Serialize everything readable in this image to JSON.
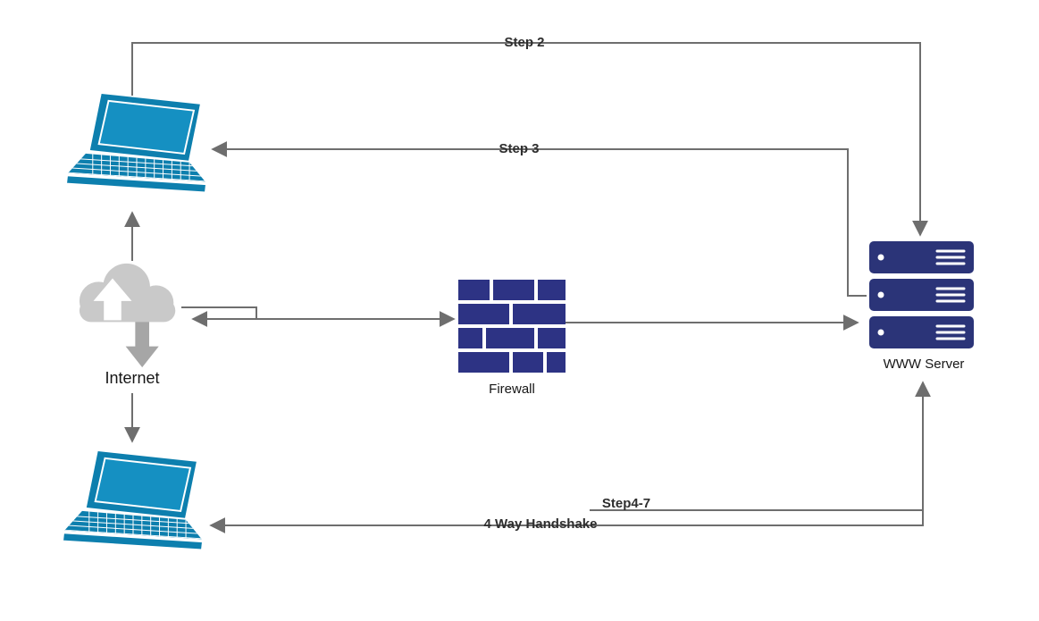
{
  "colors": {
    "line": "#6e6e6e",
    "label_text": "#2e2e2e",
    "laptop_primary": "#0d7fae",
    "laptop_screen": "#1590c2",
    "cloud_gray": "#c9c9c9",
    "cloud_arrow": "#a6a6a6",
    "firewall_navy": "#2d3384",
    "server_navy": "#2b3478"
  },
  "nodes": {
    "client_top": {
      "icon": "laptop-icon"
    },
    "internet": {
      "icon": "cloud-icon",
      "label": "Internet"
    },
    "firewall": {
      "icon": "firewall-brick-icon",
      "label": "Firewall"
    },
    "www_server": {
      "icon": "server-stack-icon",
      "label": "WWW Server"
    },
    "client_bottom": {
      "icon": "laptop-icon"
    }
  },
  "edges": {
    "step2": {
      "label": "Step 2",
      "from": "client_top",
      "to": "www_server"
    },
    "step3": {
      "label": "Step 3",
      "from": "www_server",
      "to": "client_top"
    },
    "internet_client_top": {
      "from": "internet",
      "to": "client_top"
    },
    "internet_client_bottom": {
      "from": "internet",
      "to": "client_bottom"
    },
    "internet_firewall": {
      "from": "internet",
      "to": "firewall",
      "bidirectional": true
    },
    "firewall_server": {
      "from": "firewall",
      "to": "www_server"
    },
    "step47": {
      "label": "Step4-7",
      "from": "client_bottom",
      "to": "www_server"
    },
    "handshake": {
      "label": "4 Way Handshake",
      "from": "www_server",
      "to": "client_bottom"
    }
  }
}
